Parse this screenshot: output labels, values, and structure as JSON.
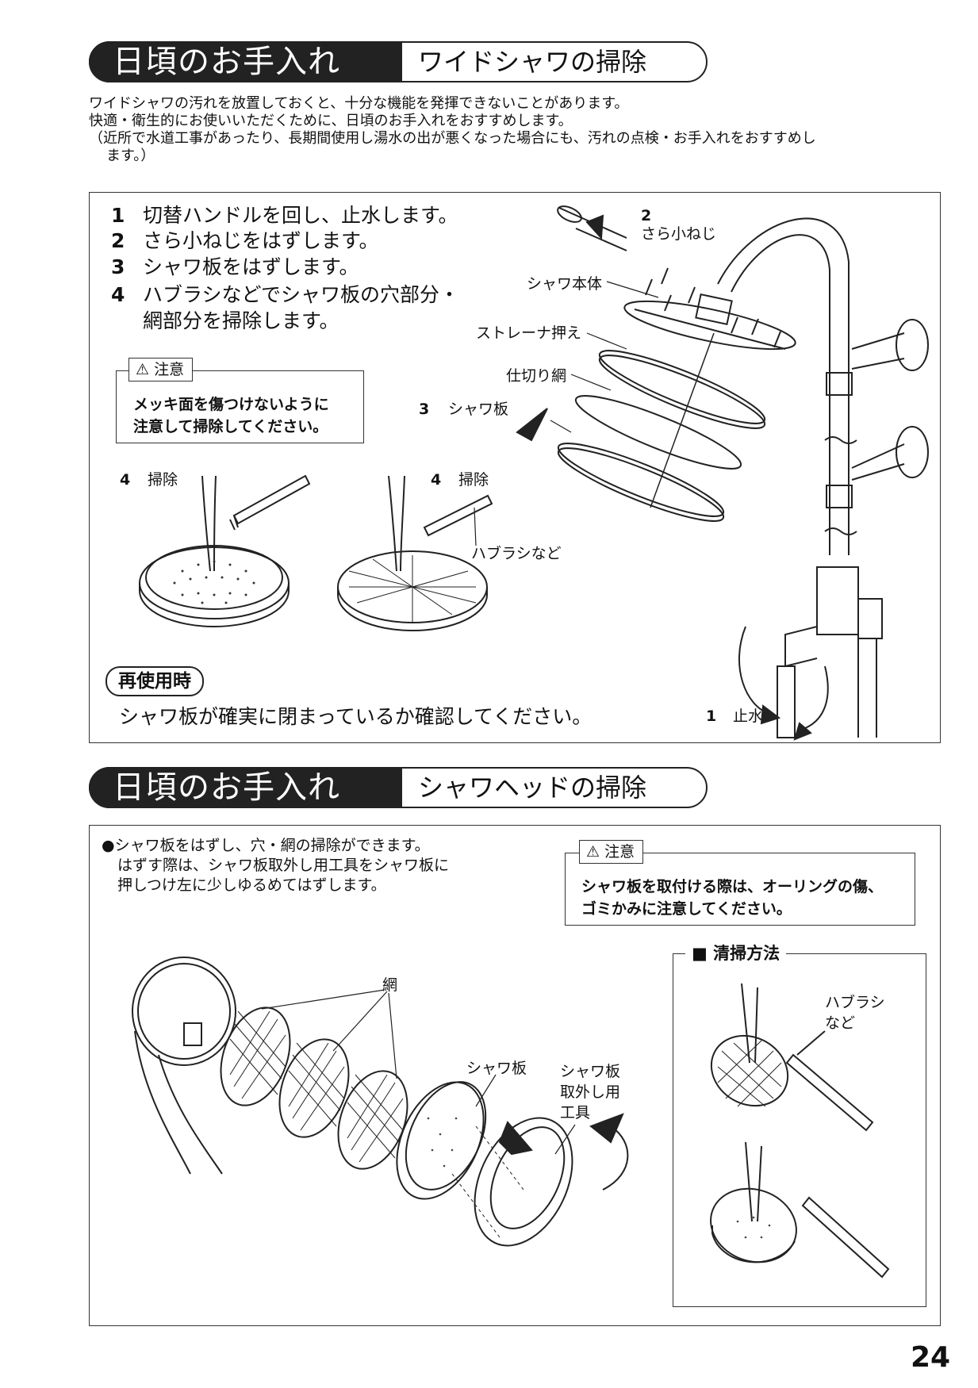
{
  "section1": {
    "header_main": "日頃のお手入れ",
    "header_sub": "ワイドシャワの掃除",
    "intro": [
      "ワイドシャワの汚れを放置しておくと、十分な機能を発揮できないことがあります。",
      "快適・衛生的にお使いいただくために、日頃のお手入れをおすすめします。",
      "（近所で水道工事があったり、長期間使用し湯水の出が悪くなった場合にも、汚れの点検・お手入れをおすすめし",
      "ます。）"
    ],
    "steps": [
      {
        "num": "1",
        "text": "切替ハンドルを回し、止水します。"
      },
      {
        "num": "2",
        "text": "さら小ねじをはずします。"
      },
      {
        "num": "3",
        "text": "シャワ板をはずします。"
      },
      {
        "num": "4",
        "text": "ハブラシなどでシャワ板の穴部分・"
      },
      {
        "num": "",
        "text": "網部分を掃除します。"
      }
    ],
    "caution_tag": "注意",
    "caution_lines": [
      "メッキ面を傷つけないように",
      "注意して掃除してください。"
    ],
    "labels": {
      "screw_num": "2",
      "screw": "さら小ねじ",
      "body": "シャワ本体",
      "strainer": "ストレーナ押え",
      "mesh": "仕切り網",
      "plate_num": "3",
      "plate": "シャワ板",
      "clean_num_a": "4",
      "clean_a": "掃除",
      "clean_num_b": "4",
      "clean_b": "掃除",
      "brush": "ハブラシなど",
      "stop_num": "1",
      "stop": "止水"
    },
    "reuse_tag": "再使用時",
    "reuse_text": "シャワ板が確実に閉まっているか確認してください。"
  },
  "section2": {
    "header_main": "日頃のお手入れ",
    "header_sub": "シャワヘッドの掃除",
    "bullet_lines": [
      "●シャワ板をはずし、穴・網の掃除ができます。",
      "はずす際は、シャワ板取外し用工具をシャワ板に",
      "押しつけ左に少しゆるめてはずします。"
    ],
    "caution_tag": "注意",
    "caution_lines": [
      "シャワ板を取付ける際は、オーリングの傷、",
      "ゴミかみに注意してください。"
    ],
    "method_title": "■ 清掃方法",
    "labels": {
      "mesh": "網",
      "plate": "シャワ板",
      "tool": [
        "シャワ板",
        "取外し用",
        "工具"
      ],
      "brush": [
        "ハブラシ",
        "など"
      ]
    }
  },
  "page_number": "24"
}
